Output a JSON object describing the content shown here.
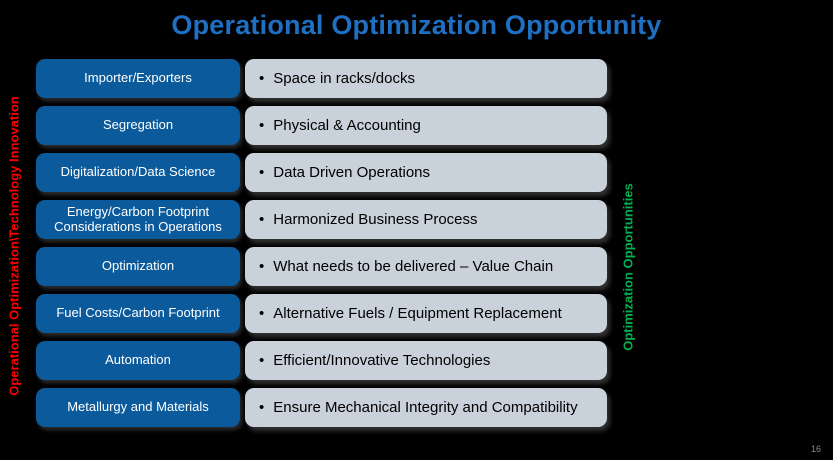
{
  "title": "Operational Optimization Opportunity",
  "left_axis_label": "Operational Optimization\\Technology Innovation",
  "right_axis_label": "Optimization Opportunities",
  "bullet": "•",
  "rows": [
    {
      "category": "Importer/Exporters",
      "detail": "Space in racks/docks"
    },
    {
      "category": "Segregation",
      "detail": "Physical & Accounting"
    },
    {
      "category": "Digitalization/Data Science",
      "detail": "Data Driven Operations"
    },
    {
      "category": "Energy/Carbon Footprint Considerations in Operations",
      "detail": "Harmonized Business Process"
    },
    {
      "category": "Optimization",
      "detail": "What needs to be delivered – Value Chain"
    },
    {
      "category": "Fuel Costs/Carbon Footprint",
      "detail": "Alternative Fuels / Equipment Replacement"
    },
    {
      "category": "Automation",
      "detail": "Efficient/Innovative Technologies"
    },
    {
      "category": "Metallurgy and Materials",
      "detail": "Ensure Mechanical Integrity and Compatibility"
    }
  ],
  "page_number": "16",
  "colors": {
    "background": "#000000",
    "title": "#1F6FC2",
    "category_box": "#0B5A9B",
    "detail_box": "#C9D1DA",
    "left_label": "#FF0000",
    "right_label": "#00B050"
  }
}
